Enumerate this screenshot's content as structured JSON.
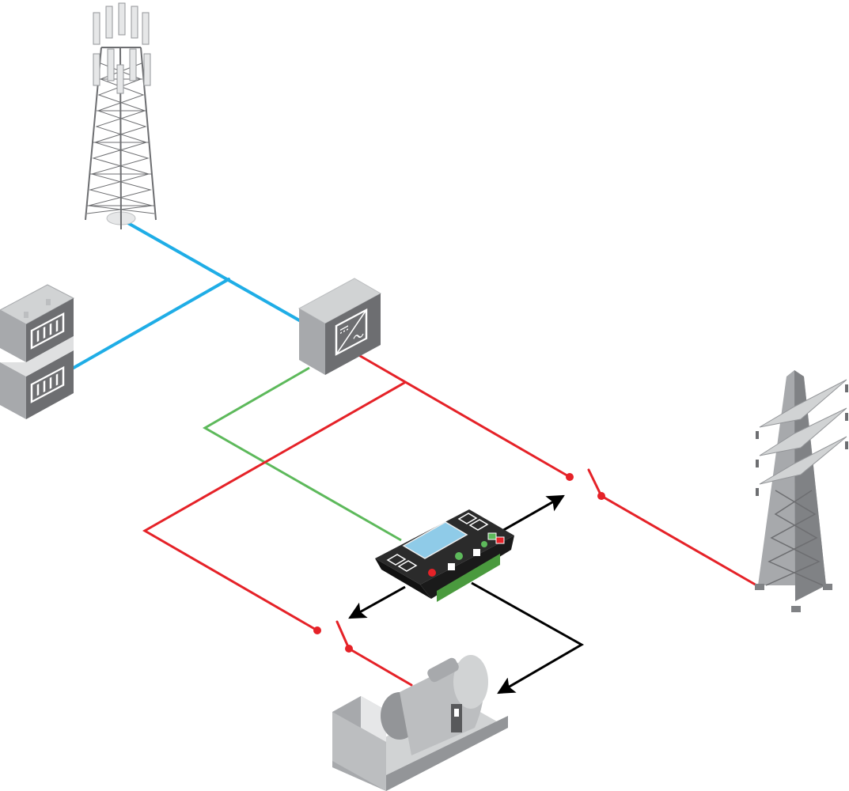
{
  "diagram": {
    "kind": "hybrid-power-system-schematic",
    "components": [
      {
        "id": "telecom-tower",
        "icon": "cell-tower-icon"
      },
      {
        "id": "battery-bank",
        "icon": "battery-icon",
        "units": 2
      },
      {
        "id": "inverter",
        "icon": "inverter-icon"
      },
      {
        "id": "controller",
        "icon": "controller-icon"
      },
      {
        "id": "grid-pylon",
        "icon": "power-pylon-icon"
      },
      {
        "id": "generator",
        "icon": "generator-icon"
      },
      {
        "id": "grid-breaker",
        "icon": "switch-icon",
        "state": "open"
      },
      {
        "id": "generator-breaker",
        "icon": "switch-icon",
        "state": "open"
      }
    ],
    "connections": [
      {
        "from": "telecom-tower",
        "to": "inverter",
        "type": "dc"
      },
      {
        "from": "battery-bank",
        "to": "inverter",
        "type": "dc"
      },
      {
        "from": "inverter",
        "to": "grid-breaker",
        "type": "ac"
      },
      {
        "from": "inverter",
        "to": "generator-breaker",
        "type": "ac"
      },
      {
        "from": "grid-breaker",
        "to": "grid-pylon",
        "type": "ac"
      },
      {
        "from": "generator-breaker",
        "to": "generator",
        "type": "ac"
      },
      {
        "from": "inverter",
        "to": "controller",
        "type": "communication"
      },
      {
        "from": "controller",
        "to": "grid-breaker",
        "type": "control"
      },
      {
        "from": "controller",
        "to": "generator-breaker",
        "type": "control"
      },
      {
        "from": "controller",
        "to": "generator",
        "type": "control"
      }
    ]
  },
  "colors": {
    "dc": "#1fade6",
    "ac": "#e52228",
    "communication": "#5db95b",
    "control": "#000000",
    "device_gray": "#a7a9ac",
    "device_dark": "#6d6e71",
    "panel": "#2b2b2b",
    "screen": "#8fcbe8"
  }
}
